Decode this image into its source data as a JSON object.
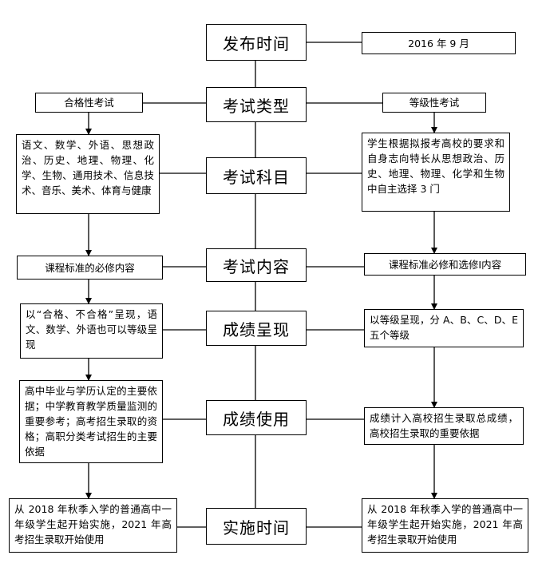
{
  "center_boxes": [
    "发布时间",
    "考试类型",
    "考试科目",
    "考试内容",
    "成绩呈现",
    "成绩使用",
    "实施时间"
  ],
  "release_time": "2016 年 9 月",
  "left": {
    "type": "合格性考试",
    "subjects": "语文、数学、外语、思想政治、历史、地理、物理、化学、生物、通用技术、信息技术、音乐、美术、体育与健康",
    "content": "课程标准的必修内容",
    "presentation": "以“合格、不合格”呈现，语文、数学、外语也可以等级呈现",
    "usage": "高中毕业与学历认定的主要依据；中学教育教学质量监测的重要参考；高考招生录取的资格；高职分类考试招生的主要依据",
    "implementation": "从 2018 年秋季入学的普通高中一年级学生起开始实施，2021 年高考招生录取开始使用"
  },
  "right": {
    "type": "等级性考试",
    "subjects": "学生根据拟报考高校的要求和自身志向特长从思想政治、历史、地理、物理、化学和生物中自主选择 3 门",
    "content": "课程标准必修和选修Ⅰ内容",
    "presentation": "以等级呈现，分 A、B、C、D、E 五个等级",
    "usage": "成绩计入高校招生录取总成绩，高校招生录取的重要依据",
    "implementation": "从 2018 年秋季入学的普通高中一年级学生起开始实施，2021 年高考招生录取开始使用"
  }
}
